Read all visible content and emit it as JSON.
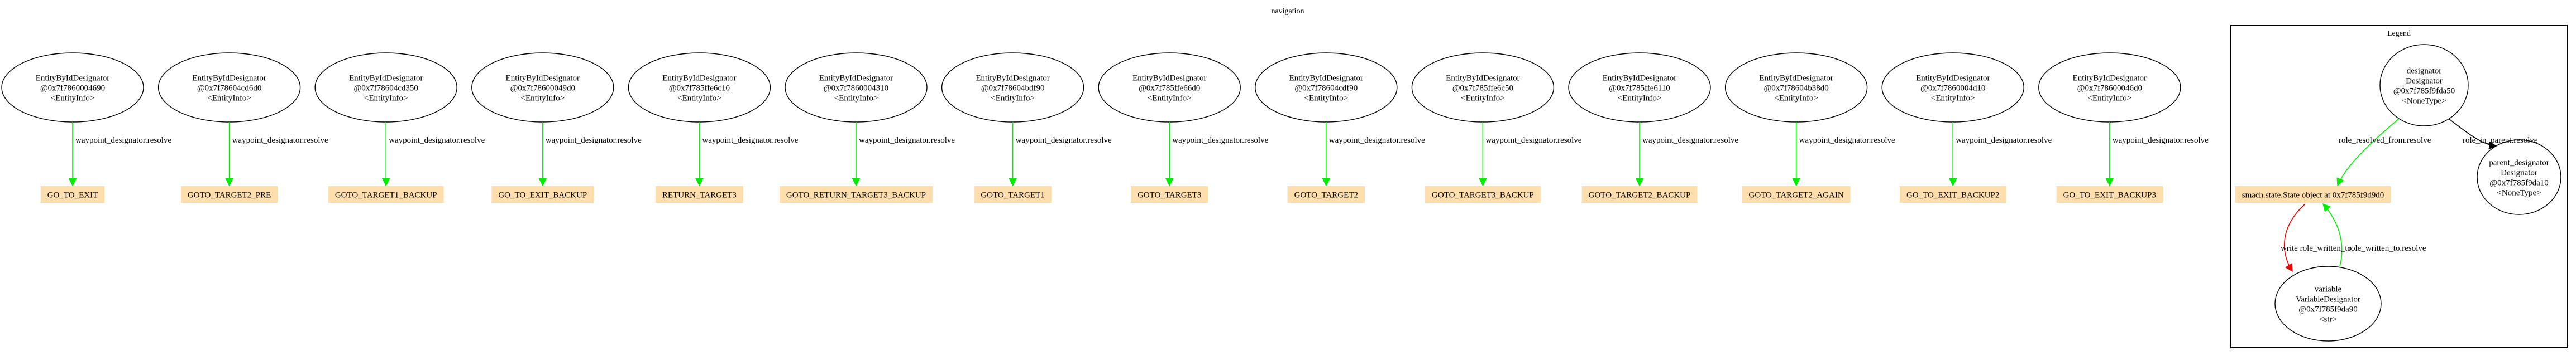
{
  "title": "navigation",
  "colors": {
    "state_fill": "#ffdead",
    "resolve_edge": "#00ee00",
    "write_edge": "#ee0000",
    "line": "#000000"
  },
  "designators": [
    {
      "lines": [
        "EntityByIdDesignator",
        "@0x7f7860004690",
        "<EntityInfo>"
      ],
      "edge_label": "waypoint_designator.resolve",
      "state": "GO_TO_EXIT"
    },
    {
      "lines": [
        "EntityByIdDesignator",
        "@0x7f78604cd6d0",
        "<EntityInfo>"
      ],
      "edge_label": "waypoint_designator.resolve",
      "state": "GOTO_TARGET2_PRE"
    },
    {
      "lines": [
        "EntityByIdDesignator",
        "@0x7f78604cd350",
        "<EntityInfo>"
      ],
      "edge_label": "waypoint_designator.resolve",
      "state": "GOTO_TARGET1_BACKUP"
    },
    {
      "lines": [
        "EntityByIdDesignator",
        "@0x7f78600049d0",
        "<EntityInfo>"
      ],
      "edge_label": "waypoint_designator.resolve",
      "state": "GO_TO_EXIT_BACKUP"
    },
    {
      "lines": [
        "EntityByIdDesignator",
        "@0x7f785ffe6c10",
        "<EntityInfo>"
      ],
      "edge_label": "waypoint_designator.resolve",
      "state": "RETURN_TARGET3"
    },
    {
      "lines": [
        "EntityByIdDesignator",
        "@0x7f7860004310",
        "<EntityInfo>"
      ],
      "edge_label": "waypoint_designator.resolve",
      "state": "GOTO_RETURN_TARGET3_BACKUP"
    },
    {
      "lines": [
        "EntityByIdDesignator",
        "@0x7f78604bdf90",
        "<EntityInfo>"
      ],
      "edge_label": "waypoint_designator.resolve",
      "state": "GOTO_TARGET1"
    },
    {
      "lines": [
        "EntityByIdDesignator",
        "@0x7f785ffe66d0",
        "<EntityInfo>"
      ],
      "edge_label": "waypoint_designator.resolve",
      "state": "GOTO_TARGET3"
    },
    {
      "lines": [
        "EntityByIdDesignator",
        "@0x7f78604cdf90",
        "<EntityInfo>"
      ],
      "edge_label": "waypoint_designator.resolve",
      "state": "GOTO_TARGET2"
    },
    {
      "lines": [
        "EntityByIdDesignator",
        "@0x7f785ffe6c50",
        "<EntityInfo>"
      ],
      "edge_label": "waypoint_designator.resolve",
      "state": "GOTO_TARGET3_BACKUP"
    },
    {
      "lines": [
        "EntityByIdDesignator",
        "@0x7f785ffe6110",
        "<EntityInfo>"
      ],
      "edge_label": "waypoint_designator.resolve",
      "state": "GOTO_TARGET2_BACKUP"
    },
    {
      "lines": [
        "EntityByIdDesignator",
        "@0x7f78604b38d0",
        "<EntityInfo>"
      ],
      "edge_label": "waypoint_designator.resolve",
      "state": "GOTO_TARGET2_AGAIN"
    },
    {
      "lines": [
        "EntityByIdDesignator",
        "@0x7f7860004d10",
        "<EntityInfo>"
      ],
      "edge_label": "waypoint_designator.resolve",
      "state": "GO_TO_EXIT_BACKUP2"
    },
    {
      "lines": [
        "EntityByIdDesignator",
        "@0x7f78600046d0",
        "<EntityInfo>"
      ],
      "edge_label": "waypoint_designator.resolve",
      "state": "GO_TO_EXIT_BACKUP3"
    }
  ],
  "legend": {
    "title": "Legend",
    "designator": [
      "designator",
      "Designator",
      "@0x7f785f9fda50",
      "<NoneType>"
    ],
    "parent": [
      "parent_designator",
      "Designator",
      "@0x7f785f9da10",
      "<NoneType>"
    ],
    "state": "smach.state.State object at 0x7f785f9d9d0",
    "variable": [
      "variable",
      "VariableDesignator",
      "@0x7f785f9da90",
      "<str>"
    ],
    "edge_role_resolved": "role_resolved_from.resolve",
    "edge_role_in_parent": "role_in_parent.resolve",
    "edge_write": "write role_written_to",
    "edge_role_written": "role_written_to.resolve"
  }
}
